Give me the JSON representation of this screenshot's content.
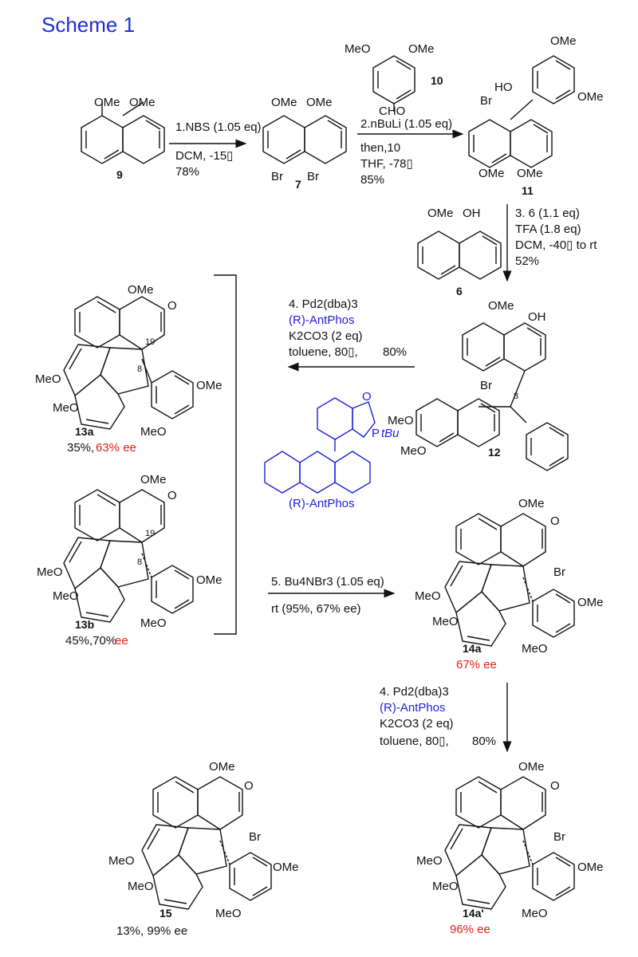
{
  "title": "Scheme 1",
  "compounds": {
    "c9": {
      "label": "9",
      "ome_a": "OMe",
      "ome_b": "OMe"
    },
    "c7": {
      "label": "7",
      "ome_a": "OMe",
      "ome_b": "OMe",
      "br_a": "Br",
      "br_b": "Br"
    },
    "c10": {
      "label": "10",
      "ome_a": "MeO",
      "ome_b": "OMe",
      "cho": "CHO"
    },
    "c11": {
      "label": "11",
      "br": "Br",
      "ho": "HO",
      "ome_a": "OMe",
      "ome_b": "OMe",
      "ome_c": "OMe",
      "ome_d": "OMe"
    },
    "c6": {
      "label": "6",
      "ome": "OMe",
      "oh": "OH"
    },
    "c12": {
      "label": "12",
      "ome": "OMe",
      "oh": "OH",
      "br": "Br",
      "meo_a": "MeO",
      "meo_b": "MeO",
      "num8": "8"
    },
    "c13a": {
      "label": "13a",
      "ome_a": "OMe",
      "meo_a": "MeO",
      "meo_b": "MeO",
      "ome_b": "OMe",
      "meo_c": "MeO",
      "o": "O",
      "num19": "19",
      "num8": "8",
      "yield": "35%,",
      "ee": "63% ee"
    },
    "c13b": {
      "label": "13b",
      "ome_a": "OMe",
      "meo_a": "MeO",
      "meo_b": "MeO",
      "ome_b": "OMe",
      "meo_c": "MeO",
      "o": "O",
      "num19": "19",
      "num8": "8",
      "yield": "45%,70%",
      "ee": "ee"
    },
    "c14a": {
      "label": "14a",
      "ome_a": "OMe",
      "meo_a": "MeO",
      "meo_b": "MeO",
      "ome_b": "OMe",
      "meo_c": "MeO",
      "br": "Br",
      "o": "O",
      "ee": "67% ee"
    },
    "c15": {
      "label": "15",
      "ome_a": "OMe",
      "meo_a": "MeO",
      "meo_b": "MeO",
      "ome_b": "OMe",
      "meo_c": "MeO",
      "br": "Br",
      "o": "O",
      "yield": "13%, 99% ee"
    },
    "c14ap": {
      "label": "14a'",
      "ome_a": "OMe",
      "meo_a": "MeO",
      "meo_b": "MeO",
      "ome_b": "OMe",
      "meo_c": "MeO",
      "br": "Br",
      "o": "O",
      "ee": "96% ee"
    },
    "antphos": {
      "label": "(R)-AntPhos",
      "o": "O",
      "p": "P",
      "tbu": "tBu"
    }
  },
  "step1": {
    "line1": "1.NBS (1.05 eq)",
    "line2": "DCM, -15▯",
    "line3": "78%"
  },
  "step2": {
    "line1": "2.nBuLi (1.05 eq)",
    "line2": "then,10",
    "line3": "THF, -78▯",
    "line4": "85%"
  },
  "step3": {
    "line1": "3. 6 (1.1 eq)",
    "line2": "TFA (1.8 eq)",
    "line3": "DCM, -40▯   to  rt",
    "line4": "52%"
  },
  "step4": {
    "line1": "4. Pd2(dba)3",
    "line2": "(R)-AntPhos",
    "line3": "K2CO3 (2 eq)",
    "line4": "toluene, 80▯,",
    "line5": "80%"
  },
  "step5": {
    "line1": "5. Bu4NBr3 (1.05 eq)",
    "line2": "rt (95%, 67% ee)"
  },
  "step4b": {
    "line1": "4. Pd2(dba)3",
    "line2": "(R)-AntPhos",
    "line3": "K2CO3 (2 eq)",
    "line4": "toluene, 80▯,",
    "line5": "80%"
  }
}
